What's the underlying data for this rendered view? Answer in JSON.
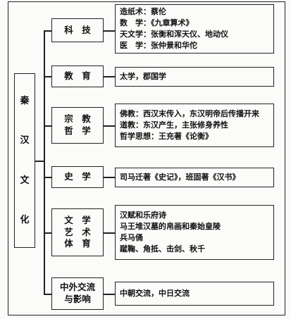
{
  "root": {
    "chars": [
      "秦",
      "汉",
      "文",
      "化"
    ]
  },
  "categories": [
    {
      "lines": [
        "科　技"
      ],
      "details": [
        "造纸术：蔡伦",
        "数　学：《九章算术》",
        "天文学：张衡和浑天仪、地动仪",
        "医　学：张仲景和华佗"
      ]
    },
    {
      "lines": [
        "教　育"
      ],
      "details": [
        "太学，郡国学"
      ]
    },
    {
      "lines": [
        "宗　教",
        "哲　学"
      ],
      "details": [
        "佛教：西汉末传入，东汉明帝后传播开来",
        "道教：东汉产生，主张修身养性",
        "哲学思想：王充著《论衡》"
      ]
    },
    {
      "lines": [
        "史　学"
      ],
      "details": [
        "司马迁著《史记》，班固著《汉书》"
      ]
    },
    {
      "lines": [
        "文　学",
        "艺　术",
        "体　育"
      ],
      "details": [
        "汉赋和乐府诗",
        "马王堆汉墓的帛画和秦始皇陵",
        "兵马俑",
        "蹴鞠、角抵、击剑、秋千"
      ]
    },
    {
      "lines": [
        "中外交流",
        "与影响"
      ],
      "details": [
        "中朝交流，中日交流"
      ]
    }
  ]
}
